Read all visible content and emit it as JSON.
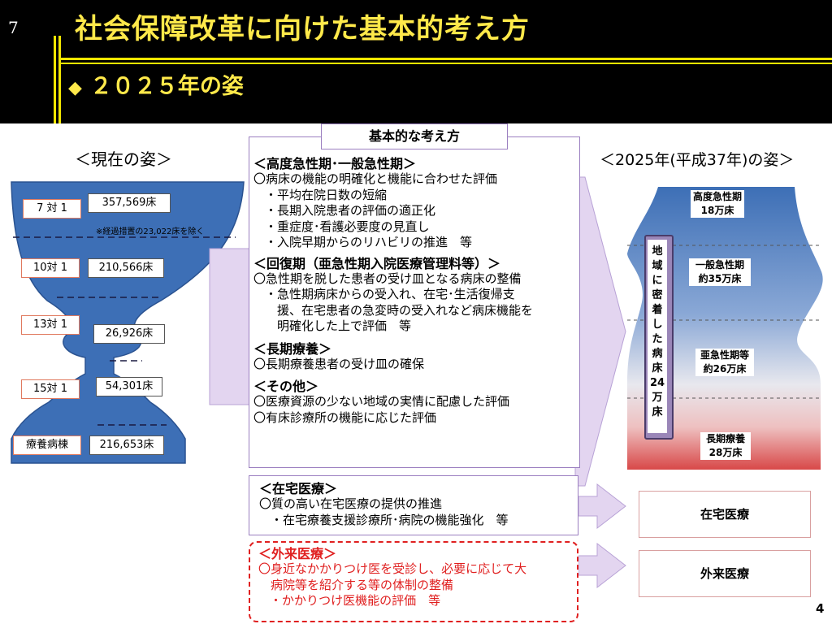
{
  "header": {
    "slide_number": "7",
    "title": "社会保障改革に向けた基本的考え方",
    "subtitle": "２０２５年の姿",
    "subtitle_icon": "diamond-icon"
  },
  "current": {
    "heading": "＜現在の姿＞",
    "note": "※経過措置の23,022床を除く",
    "rows": [
      {
        "label": "7 対 1",
        "beds": "357,569床"
      },
      {
        "label": "10対 1",
        "beds": "210,566床"
      },
      {
        "label": "13対 1",
        "beds": "26,926床"
      },
      {
        "label": "15対 1",
        "beds": "54,301床"
      },
      {
        "label": "療養病棟",
        "beds": "216,653床"
      }
    ]
  },
  "center": {
    "heading": "基本的な考え方",
    "sections": [
      {
        "title": "＜高度急性期･一般急性期＞",
        "lines": [
          {
            "text": "〇病床の機能の明確化と機能に合わせた評価",
            "indent": false
          },
          {
            "text": "・平均在院日数の短縮",
            "indent": true
          },
          {
            "text": "・長期入院患者の評価の適正化",
            "indent": true
          },
          {
            "text": "・重症度･看護必要度の見直し",
            "indent": true
          },
          {
            "text": "・入院早期からのリハビリの推進　等",
            "indent": true
          }
        ]
      },
      {
        "title": "＜回復期（亜急性期入院医療管理料等）＞",
        "lines": [
          {
            "text": "〇急性期を脱した患者の受け皿となる病床の整備",
            "indent": false
          },
          {
            "text": "・急性期病床からの受入れ、在宅･生活復帰支",
            "indent": true
          },
          {
            "text": "　援、在宅患者の急変時の受入れなど病床機能を",
            "indent": true
          },
          {
            "text": "　明確化した上で評価　等",
            "indent": true
          }
        ]
      },
      {
        "title": "＜長期療養＞",
        "lines": [
          {
            "text": "〇長期療養患者の受け皿の確保",
            "indent": false
          }
        ]
      },
      {
        "title": "＜その他＞",
        "lines": [
          {
            "text": "〇医療資源の少ない地域の実情に配慮した評価",
            "indent": false
          },
          {
            "text": "〇有床診療所の機能に応じた評価",
            "indent": false
          }
        ]
      }
    ]
  },
  "home_care": {
    "title": "＜在宅医療＞",
    "lines": [
      {
        "text": "〇質の高い在宅医療の提供の推進",
        "indent": false
      },
      {
        "text": "・在宅療養支援診療所･病院の機能強化　等",
        "indent": true
      }
    ]
  },
  "outpatient": {
    "title": "＜外来医療＞",
    "lines": [
      {
        "text": "〇身近なかかりつけ医を受診し、必要に応じて大",
        "indent": false
      },
      {
        "text": "　病院等を紹介する等の体制の整備",
        "indent": false
      },
      {
        "text": "・かかりつけ医機能の評価　等",
        "indent": true
      }
    ]
  },
  "future": {
    "heading": "＜2025年(平成37年)の姿＞",
    "regional_label": "地域に密着した病床24万床",
    "regional_chars": [
      "地",
      "域",
      "に",
      "密",
      "着",
      "し",
      "た",
      "病",
      "床",
      "24",
      "万",
      "床"
    ],
    "segments": [
      {
        "name": "高度急性期",
        "beds": "18万床"
      },
      {
        "name": "一般急性期",
        "beds": "約35万床"
      },
      {
        "name": "亜急性期等",
        "beds": "約26万床"
      },
      {
        "name": "長期療養",
        "beds": "28万床"
      }
    ],
    "home_care_box": "在宅医療",
    "outpatient_box": "外来医療"
  },
  "page_number": "4",
  "colors": {
    "header_bg": "#000000",
    "title": "#ffe94a",
    "accent_bar": "#f2e600",
    "vase_blue": "#3d6fb6",
    "purple_border": "#9b7fc0",
    "arrow_fill": "#e3d5f0",
    "outpatient_red": "#e02020",
    "regional_bar": "#9a86b8"
  }
}
